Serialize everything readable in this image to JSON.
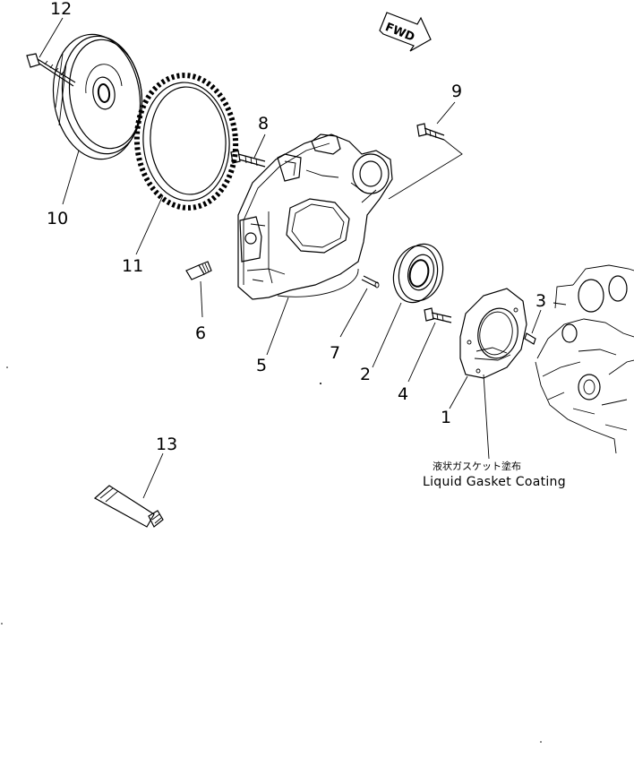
{
  "diagram": {
    "direction_marker": "FWD",
    "callouts": {
      "c1": "1",
      "c2": "2",
      "c3": "3",
      "c4": "4",
      "c5": "5",
      "c6": "6",
      "c7": "7",
      "c8": "8",
      "c9": "9",
      "c10": "10",
      "c11": "11",
      "c12": "12",
      "c13": "13"
    },
    "note_jp": "液状ガスケット塗布",
    "note_en": "Liquid Gasket Coating"
  }
}
